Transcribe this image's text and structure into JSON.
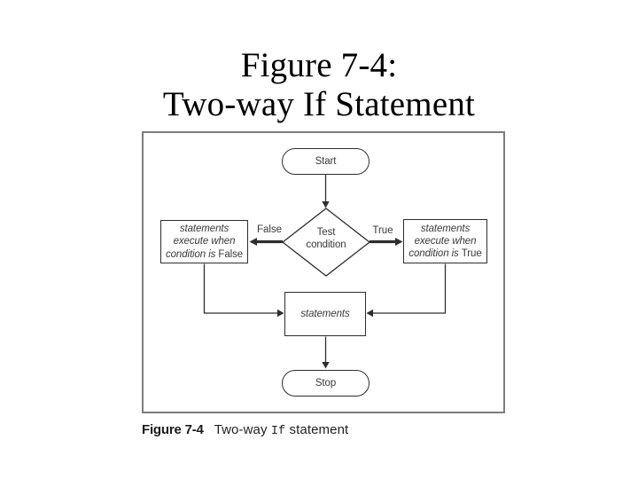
{
  "colors": {
    "background": "#ffffff",
    "title_text": "#000000",
    "frame_border": "#7c7c7c",
    "flowchart_stroke": "#2e2e2e",
    "flowchart_text": "#3a3a3a",
    "caption_text": "#222222"
  },
  "title": {
    "line1": "Figure 7-4:",
    "line2": "Two-way If Statement"
  },
  "flowchart": {
    "start_label": "Start",
    "decision": {
      "line1": "Test",
      "line2": "condition"
    },
    "branch_false_label": "False",
    "branch_true_label": "True",
    "false_box": {
      "line1": "statements",
      "line2": "execute when",
      "line3_italic": "condition is ",
      "line3_plain": "False"
    },
    "true_box": {
      "line1": "statements",
      "line2": "execute when",
      "line3_italic": "condition is ",
      "line3_plain": "True"
    },
    "merge_box_label": "statements",
    "stop_label": "Stop"
  },
  "caption": {
    "figure_label": "Figure 7-4",
    "text_before_code": "Two-way ",
    "code": "If",
    "text_after_code": " statement"
  }
}
